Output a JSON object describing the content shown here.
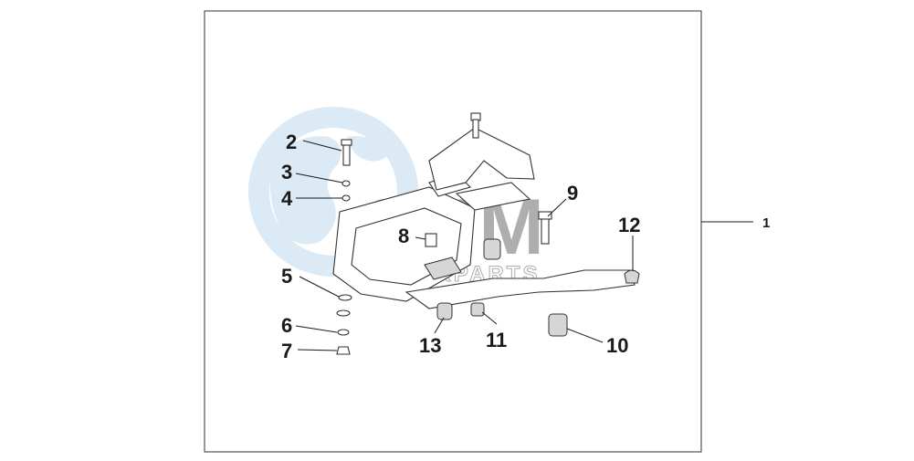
{
  "diagram": {
    "assembly_label": "1",
    "callouts": [
      "2",
      "3",
      "4",
      "5",
      "6",
      "7",
      "8",
      "9",
      "10",
      "11",
      "12",
      "13"
    ],
    "watermark": {
      "logo_text": "OEM",
      "sub_text": "MOTORPARTS"
    },
    "colors": {
      "frame": "#333333",
      "globe_blue": "#cfe3f2",
      "watermark_gray": "#9a9a9a"
    }
  }
}
